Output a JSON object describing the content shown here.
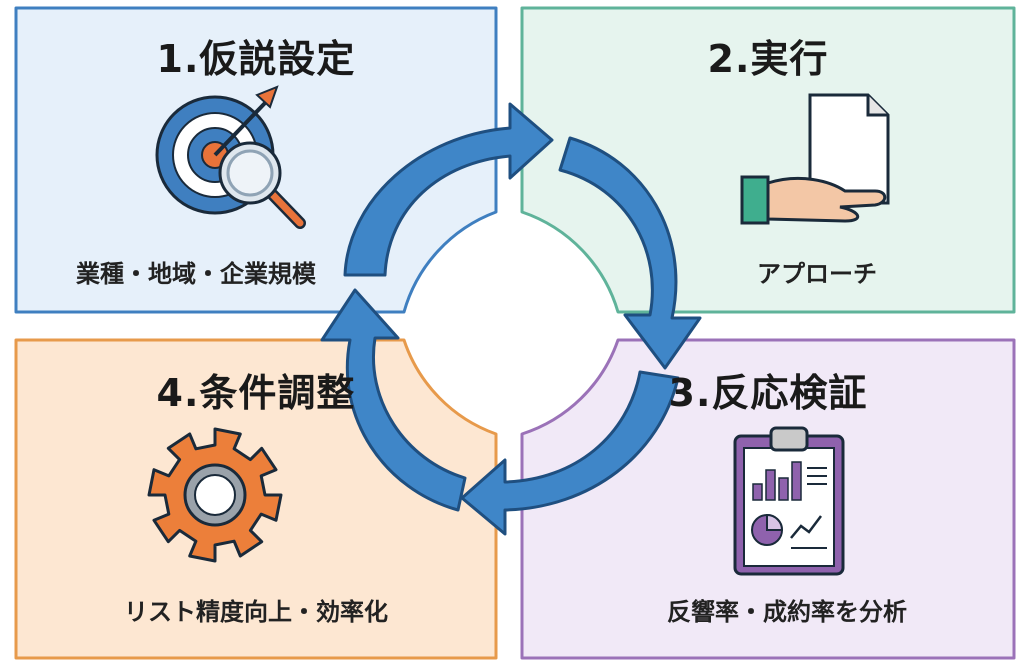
{
  "steps": [
    {
      "title": "1.仮説設定",
      "caption": "業種・地域・企業規模",
      "icon": "target-magnifier-icon",
      "color": "#3f7fc0",
      "fill": "#e6f0fa"
    },
    {
      "title": "2.実行",
      "caption": "アプローチ",
      "icon": "hand-document-icon",
      "color": "#5fb39a",
      "fill": "#e6f4ee"
    },
    {
      "title": "3.反応検証",
      "caption": "反響率・成約率を分析",
      "icon": "clipboard-chart-icon",
      "color": "#9b72b8",
      "fill": "#f1e9f7"
    },
    {
      "title": "4.条件調整",
      "caption": "リスト精度向上・効率化",
      "icon": "gear-icon",
      "color": "#e79a4b",
      "fill": "#fde7d2"
    }
  ],
  "arrow_color": "#3f86c8"
}
